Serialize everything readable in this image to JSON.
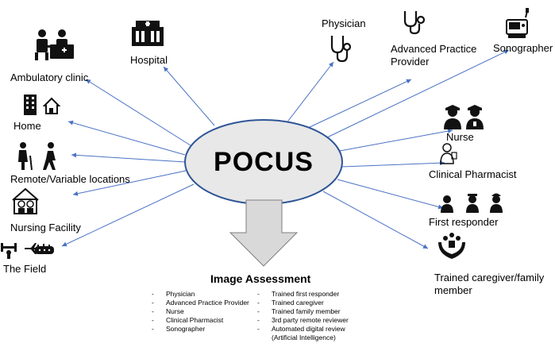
{
  "center": {
    "label": "POCUS"
  },
  "left_nodes": [
    {
      "id": "ambulatory",
      "label": "Ambulatory clinic",
      "icon": "clinic-visit-icon"
    },
    {
      "id": "hospital",
      "label": "Hospital",
      "icon": "hospital-icon"
    },
    {
      "id": "home",
      "label": "Home",
      "icon": "home-buildings-icon"
    },
    {
      "id": "remote",
      "label": "Remote/Variable locations",
      "icon": "walking-people-icon"
    },
    {
      "id": "nursing",
      "label": "Nursing Facility",
      "icon": "nursing-facility-icon"
    },
    {
      "id": "field",
      "label": "The Field",
      "icon": "field-activities-icon"
    }
  ],
  "right_nodes": [
    {
      "id": "physician",
      "label": "Physician",
      "icon": "stethoscope-icon"
    },
    {
      "id": "app",
      "label": "Advanced Practice Provider",
      "icon": "stethoscope-icon"
    },
    {
      "id": "sonographer",
      "label": "Sonographer",
      "icon": "ultrasound-machine-icon"
    },
    {
      "id": "nurse",
      "label": "Nurse",
      "icon": "nurses-icon"
    },
    {
      "id": "pharmacist",
      "label": "Clinical Pharmacist",
      "icon": "pharmacist-icon"
    },
    {
      "id": "responder",
      "label": "First responder",
      "icon": "first-responders-icon"
    },
    {
      "id": "caregiver",
      "label": "Trained caregiver/family member",
      "icon": "caregiver-hands-icon"
    }
  ],
  "assessment": {
    "title": "Image Assessment",
    "col1": [
      "Physician",
      "Advanced Practice Provider",
      "Nurse",
      "Clinical Pharmacist",
      "Sonographer"
    ],
    "col2": [
      "Trained first responder",
      "Trained caregiver",
      "Trained family member",
      "3rd party remote reviewer",
      "Automated digital review (Artificial Intelligence)"
    ]
  },
  "colors": {
    "arrow": "#4a72c4",
    "ellipse_fill": "#e8e8e8",
    "ellipse_stroke": "#2f5597",
    "down_arrow_fill": "#d9d9d9",
    "down_arrow_stroke": "#7f7f7f"
  }
}
